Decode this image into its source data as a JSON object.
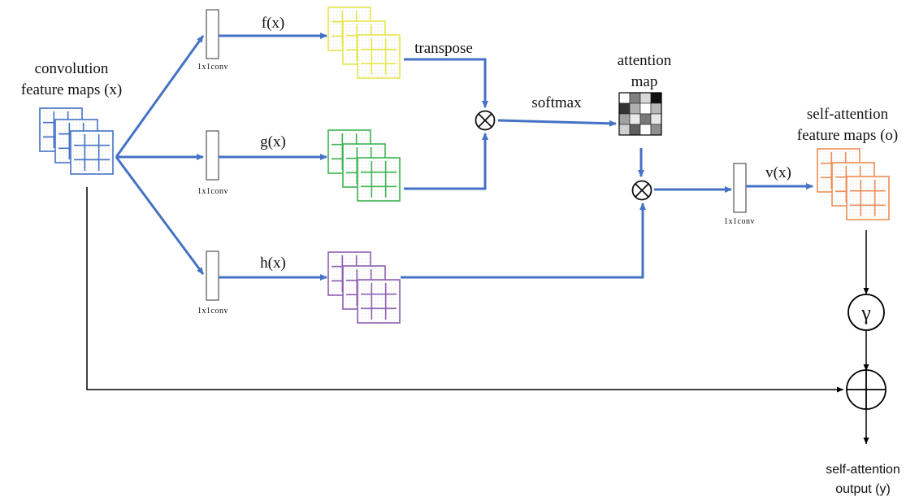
{
  "labels": {
    "input_title_line1": "convolution",
    "input_title_line2": "feature maps (x)",
    "conv": "1x1conv",
    "f": "f(x)",
    "g": "g(x)",
    "h": "h(x)",
    "v": "v(x)",
    "transpose": "transpose",
    "softmax": "softmax",
    "attention_line1": "attention",
    "attention_line2": "map",
    "self_attention_maps_line1": "self-attention",
    "self_attention_maps_line2": "feature maps (o)",
    "gamma": "γ",
    "output_line1": "self-attention",
    "output_line2": "output (y)"
  },
  "colors": {
    "arrow": "#4472C4",
    "input_maps": "#4472C4",
    "f_maps": "#E6E64A",
    "g_maps": "#3CB451",
    "h_maps": "#8E5FB0",
    "o_maps": "#ED8E55",
    "black_lines": "#000000"
  },
  "attention_map_cells": [
    [
      "#ffffff",
      "#808080",
      "#d8d8d8",
      "#111111"
    ],
    [
      "#333333",
      "#b0b0b0",
      "#ffffff",
      "#b8b8b8"
    ],
    [
      "#a0a0a0",
      "#e8e8e8",
      "#7a7a7a",
      "#e8e8e8"
    ],
    [
      "#d0d0d0",
      "#606060",
      "#ffffff",
      "#909090"
    ]
  ]
}
